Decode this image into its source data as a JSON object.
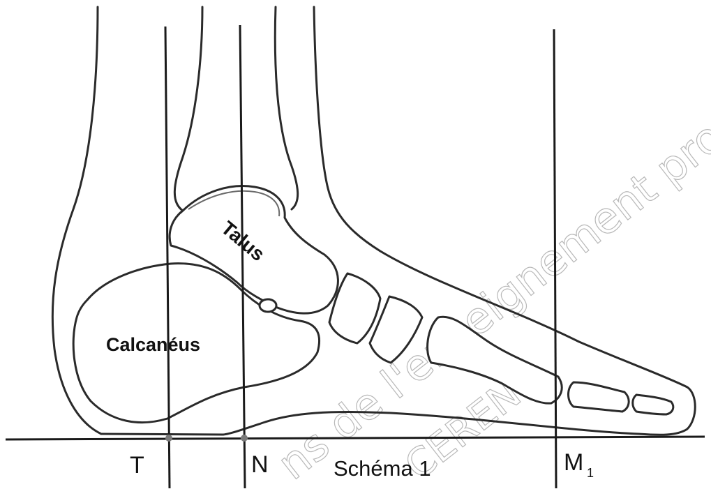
{
  "labels": {
    "talus": "Talus",
    "calcaneus": "Calcanéus",
    "point_t": "T",
    "point_n": "N",
    "point_m_main": "M",
    "point_m_sub": "1",
    "caption": "Schéma 1"
  },
  "watermark": {
    "line1": "ns de l'enseignement profe",
    "line2": "CEREN"
  }
}
